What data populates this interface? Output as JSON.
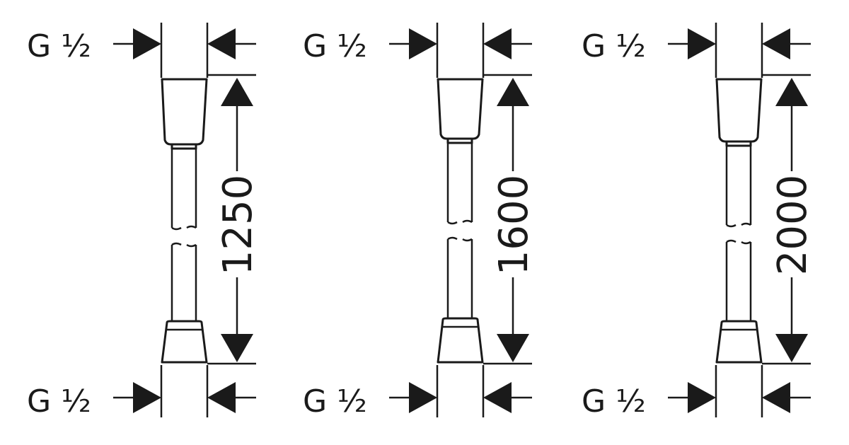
{
  "hoses": [
    {
      "top_thread": "G ½",
      "bottom_thread": "G ½",
      "length": "1250"
    },
    {
      "top_thread": "G ½",
      "bottom_thread": "G ½",
      "length": "1600"
    },
    {
      "top_thread": "G ½",
      "bottom_thread": "G ½",
      "length": "2000"
    }
  ],
  "colors": {
    "ink": "#1a1a1a",
    "paper": "#ffffff"
  }
}
